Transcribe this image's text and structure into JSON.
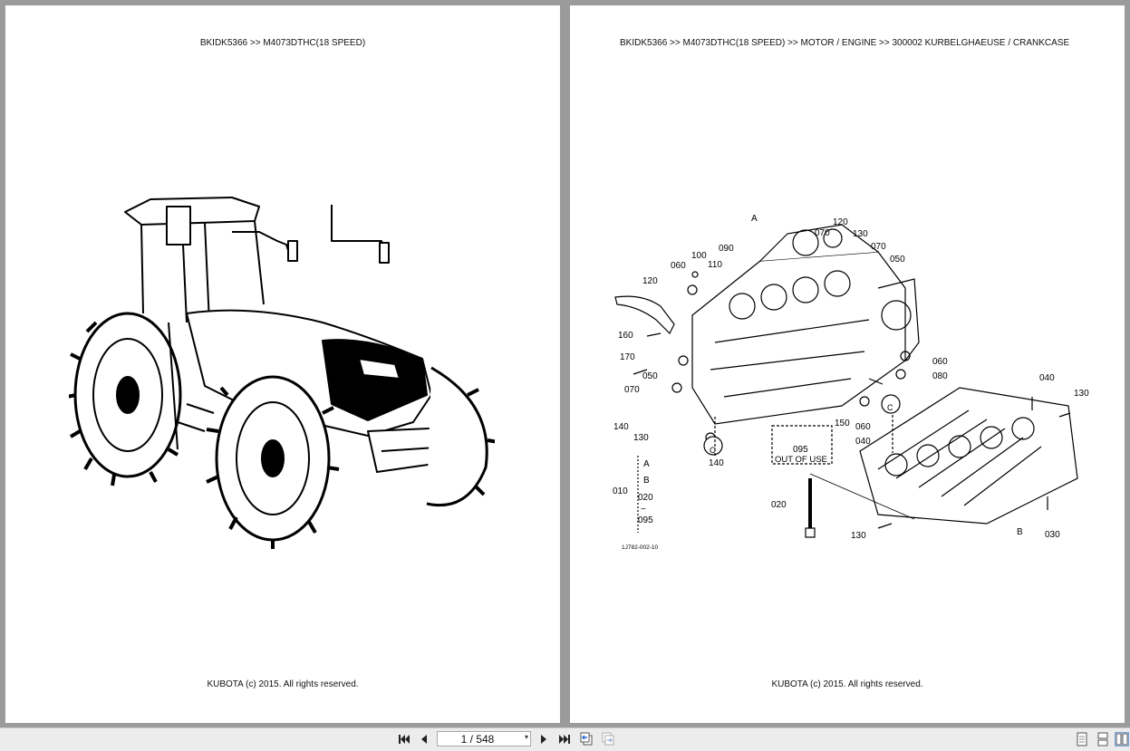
{
  "pages": [
    {
      "header": "BKIDK5366 >> M4073DTHC(18 SPEED)",
      "footer": "KUBOTA (c) 2015. All rights reserved."
    },
    {
      "header": "BKIDK5366 >> M4073DTHC(18 SPEED) >> MOTOR / ENGINE >> 300002   KURBELGHAEUSE / CRANKCASE",
      "footer": "KUBOTA (c) 2015. All rights reserved."
    }
  ],
  "diagram": {
    "labels": [
      "A",
      "120",
      "070",
      "130",
      "070",
      "050",
      "100",
      "090",
      "060",
      "110",
      "120",
      "160",
      "170",
      "050",
      "070",
      "060",
      "080",
      "040",
      "130",
      "140",
      "130",
      "150",
      "060",
      "040",
      "095",
      "OUT OF USE",
      "140",
      "A",
      "B",
      "010",
      "020",
      "095",
      "020",
      "130",
      "B",
      "030",
      "C",
      "C",
      "1J782-002-10"
    ],
    "range_sep": "~"
  },
  "toolbar": {
    "page_indicator": "1 / 548",
    "dropdown_glyph": "▾"
  },
  "colors": {
    "background": "#9b9b9b",
    "page": "#ffffff",
    "toolbar": "#ececec"
  }
}
